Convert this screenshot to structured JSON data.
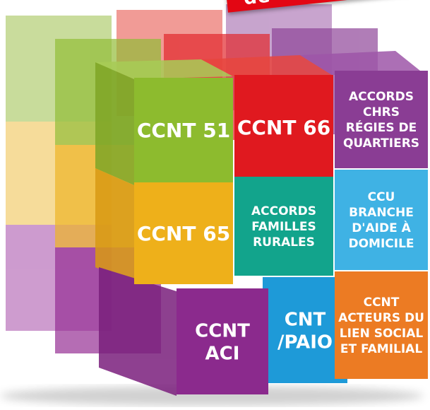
{
  "banner": {
    "text": "de",
    "color": "#e30613"
  },
  "blocks": [
    {
      "id": "ccnt-51",
      "lines": [
        "CCNT 51"
      ],
      "color": "#8dbb2e"
    },
    {
      "id": "ccnt-66",
      "lines": [
        "CCNT 66"
      ],
      "color": "#e0191f"
    },
    {
      "id": "accords-chrs",
      "lines": [
        "ACCORDS",
        "CHRS",
        "RÉGIES DE",
        "QUARTIERS"
      ],
      "color": "#8a3d94"
    },
    {
      "id": "ccnt-65",
      "lines": [
        "CCNT 65"
      ],
      "color": "#eeb01a"
    },
    {
      "id": "accords-familles",
      "lines": [
        "ACCORDS",
        "FAMILLES",
        "RURALES"
      ],
      "color": "#12a48c"
    },
    {
      "id": "ccu-branche",
      "lines": [
        "CCU",
        "BRANCHE",
        "D'AIDE À",
        "DOMICILE"
      ],
      "color": "#3fb2e4"
    },
    {
      "id": "ccnt-aci",
      "lines": [
        "CCNT",
        "ACI"
      ],
      "color": "#8b2a8d"
    },
    {
      "id": "ccnt-paio",
      "lines": [
        "CNT",
        "/PAIO"
      ],
      "color": "#1e9ad8"
    },
    {
      "id": "ccnt-acteurs",
      "lines": [
        "CCNT",
        "ACTEURS DU",
        "LIEN SOCIAL",
        "ET FAMILIAL"
      ],
      "color": "#ec7b23"
    }
  ]
}
